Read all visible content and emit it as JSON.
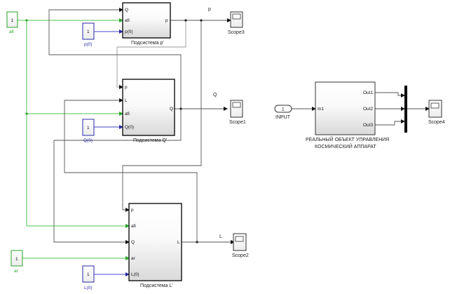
{
  "diagram": {
    "constants": {
      "afi": {
        "value": "1",
        "label": "afi"
      },
      "ar": {
        "value": "1",
        "label": "ar"
      },
      "p0": {
        "value": "1",
        "label": "p(0)"
      },
      "Q0": {
        "value": "1",
        "label": "Q(0)"
      },
      "L0": {
        "value": "1",
        "label": "L(0)"
      }
    },
    "subsystems": {
      "p": {
        "name": "Подсистема p'",
        "inputs": [
          "Q",
          "afi",
          "p(0)"
        ],
        "output": "p"
      },
      "Q": {
        "name": "Подсистема Q'",
        "inputs": [
          "p",
          "L",
          "afi",
          "Q(0)"
        ],
        "output": "Q"
      },
      "L": {
        "name": "Подсистема L'",
        "inputs": [
          "p",
          "afi",
          "Q",
          "ar",
          "L(0)"
        ],
        "output": "L"
      },
      "real": {
        "name_line1": "РЕАЛЬНЫЙ ОБЪЕКТ УПРАВЛЕНИЯ",
        "name_line2": "КОСМИЧЕСКИЙ АППАРАТ",
        "input": "In1",
        "outputs": [
          "Out1",
          "Out2",
          "Out3"
        ]
      }
    },
    "inport": {
      "value": "1",
      "label": "INPUT"
    },
    "signals": {
      "p": "p",
      "Q": "Q",
      "L": "L"
    },
    "scopes": {
      "scope1": "Scope1",
      "scope2": "Scope2",
      "scope3": "Scope3",
      "scope4": "Scope4"
    },
    "colors": {
      "green": "#2aa52a",
      "blue": "#2a2aa8",
      "wire": "#555555",
      "wire_light": "#999999"
    }
  }
}
